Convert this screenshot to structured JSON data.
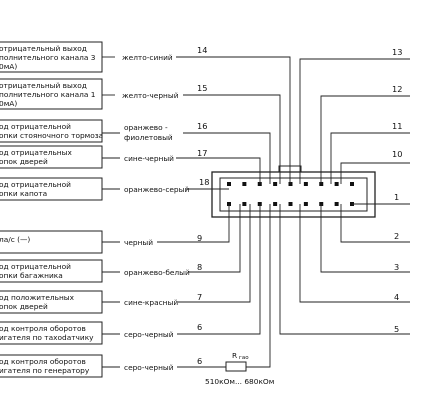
{
  "boxes": [
    {
      "line1": "отрицательный выход",
      "line2": "полнительного канала 3",
      "line3": "0мА)"
    },
    {
      "line1": "отрицательный выход",
      "line2": "полнительного канала 1",
      "line3": "0мА)"
    },
    {
      "line1": "од отрицательной",
      "line2": "опки стояночного тормоза",
      "line3": ""
    },
    {
      "line1": "од отрицательных",
      "line2": "опок дверей",
      "line3": ""
    },
    {
      "line1": "од отрицательной",
      "line2": "опки капота",
      "line3": ""
    },
    {
      "line1": "ла/с (—)",
      "line2": "",
      "line3": ""
    },
    {
      "line1": "од отрицательной",
      "line2": "опки багажника",
      "line3": ""
    },
    {
      "line1": "од положительных",
      "line2": "опок дверей",
      "line3": ""
    },
    {
      "line1": "од контроля оборотов",
      "line2": "игателя по тахodатчику",
      "line3": ""
    },
    {
      "line1": "од контроля оборотов",
      "line2": "игателя по генератору",
      "line3": ""
    }
  ],
  "wires_left": [
    {
      "color": "желто-синий",
      "color2": "",
      "num": "14"
    },
    {
      "color": "желто-черный",
      "color2": "",
      "num": "15"
    },
    {
      "color": "оранжево -",
      "color2": "фиолетовый",
      "num": "16"
    },
    {
      "color": "сине-черный",
      "color2": "",
      "num": "17"
    },
    {
      "color": "оранжево-серый",
      "color2": "",
      "num": "18"
    },
    {
      "color": "черный",
      "color2": "",
      "num": "9"
    },
    {
      "color": "оранжево-белый",
      "color2": "",
      "num": "8"
    },
    {
      "color": "сине-красный",
      "color2": "",
      "num": "7"
    },
    {
      "color": "серо-черный",
      "color2": "",
      "num": "6"
    },
    {
      "color": "серо-черный",
      "color2": "",
      "num": "6"
    }
  ],
  "right_numbers": [
    "13",
    "12",
    "11",
    "10",
    "1",
    "2",
    "3",
    "4",
    "5"
  ],
  "resistor": {
    "label": "R",
    "sub": "гао",
    "value": "510кОм... 680кОм"
  }
}
